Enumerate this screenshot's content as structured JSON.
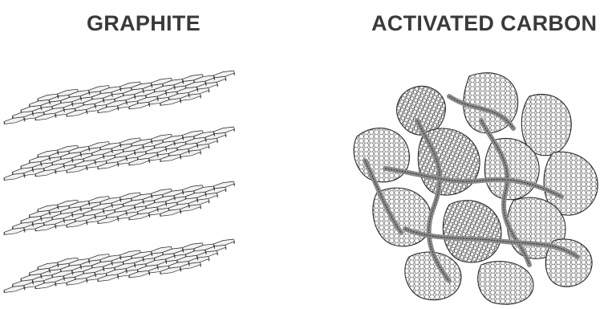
{
  "figure": {
    "panels": [
      {
        "title": "GRAPHITE",
        "structure": "stacked planar graphene layers",
        "layer_count": 4
      },
      {
        "title": "ACTIVATED CARBON",
        "structure": "disordered curved graphene sheets"
      }
    ],
    "colors": {
      "title_text": "#3a3a3a",
      "line": "#2b2b2b",
      "sheet_fill": "#f2f2f2",
      "sheet_shade": "#8a8a8a",
      "background": "#ffffff"
    }
  }
}
